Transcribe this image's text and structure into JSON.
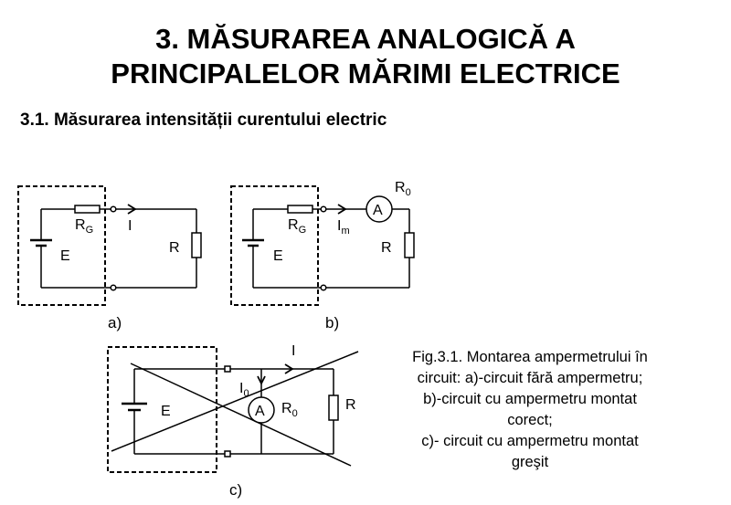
{
  "title": {
    "line1": "3. MĂSURAREA ANALOGICĂ A",
    "line2": "PRINCIPALELOR MĂRIMI ELECTRICE"
  },
  "subtitle": "3.1. Măsurarea intensității curentului electric",
  "circuit_a": {
    "rg": "R",
    "rg_sub": "G",
    "e": "E",
    "i": "I",
    "r": "R",
    "label": "a)"
  },
  "circuit_b": {
    "rg": "R",
    "rg_sub": "G",
    "e": "E",
    "im": "I",
    "im_sub": "m",
    "ammeter": "A",
    "r0": "R",
    "r0_sub": "0",
    "r": "R",
    "label": "b)"
  },
  "circuit_c": {
    "e": "E",
    "i": "I",
    "i0": "I",
    "i0_sub": "0",
    "ammeter": "A",
    "r0": "R",
    "r0_sub": "0",
    "r": "R",
    "label": "c)"
  },
  "caption": {
    "line1": "Fig.3.1. Montarea ampermetrului în",
    "line2": "circuit: a)-circuit fără ampermetru;",
    "line3": "b)-circuit cu ampermetru montat",
    "line4": "corect;",
    "line5": "c)- circuit cu ampermetru montat",
    "line6": "greşit"
  }
}
